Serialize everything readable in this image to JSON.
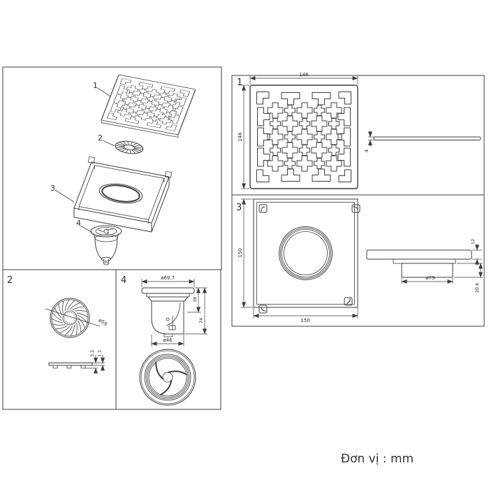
{
  "note": {
    "unit_label": "Đơn vị : mm"
  },
  "exploded": {
    "callout_1": "1",
    "callout_2": "2",
    "callout_3": "3",
    "callout_4": "4"
  },
  "panel_grate": {
    "label": "1",
    "dim_width": "146",
    "dim_height": "146",
    "dim_thickness": "4"
  },
  "panel_body": {
    "label": "3",
    "dim_width": "150",
    "dim_height": "150",
    "dim_flange_thickness": "12",
    "dim_spigot_height": "20.6",
    "dim_spigot_dia": "ø79"
  },
  "panel_strainer": {
    "label": "2",
    "dim_dia": "ø59",
    "dim_total_height": "3.2",
    "dim_plate_thickness": "1.1"
  },
  "panel_trap": {
    "label": "4",
    "dim_top_dia": "ø69.7",
    "dim_upper_height": "38",
    "dim_total_height": "74",
    "dim_cup_dia": "ø46"
  },
  "colors": {
    "line_color": "#3c3c3c",
    "background": "#ffffff"
  }
}
